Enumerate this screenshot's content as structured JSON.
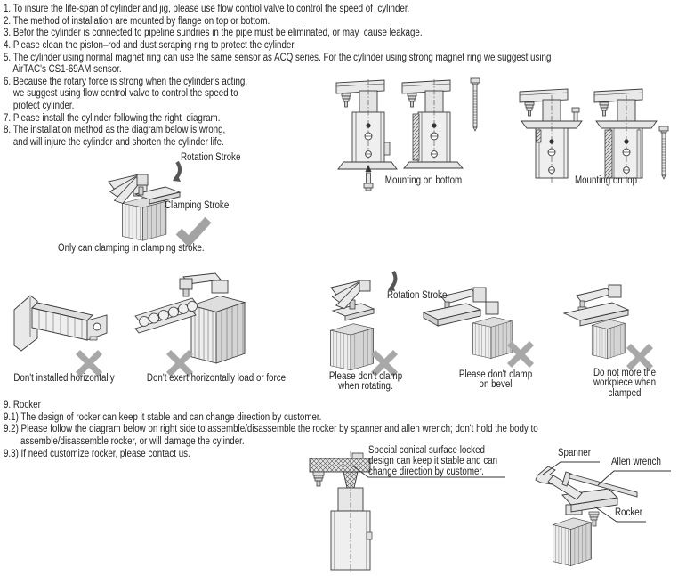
{
  "colors": {
    "ink": "#232323",
    "outline": "#3a3a3a",
    "fill_light": "#ececec",
    "fill_mid": "#dcdcdc",
    "fill_dark": "#d2d2d2",
    "mark_gray": "#a8a8a8"
  },
  "top_notes": {
    "lines": [
      "1. To insure the life-span of cylinder and jig, please use flow control valve to control the speed of  cylinder.",
      "2. The method of installation are mounted by flange on top or bottom.",
      "3. Befor the cylinder is connected to pipeline sundries in the pipe must be eliminated, or may  cause leakage.",
      "4. Please clean the piston–rod and dust scraping ring to protect the cylinder.",
      "5. The cylinder using normal magnet ring can use the same sensor as ACQ series. For the cylinder using strong magnet ring we suggest using",
      "    AirTAC's CS1-69AM sensor.",
      "6. Because the rotary force is strong when the cylinder's acting,",
      "    we suggest using flow control valve to control the speed to",
      "    protect cylinder.",
      "7. Please install the cylinder following the right  diagram.",
      "8. The installation method as the diagram below is wrong,",
      "    and will injure the cylinder and shorten the cylinder life."
    ]
  },
  "rocker_notes": {
    "lines": [
      "9. Rocker",
      "9.1) The design of rocker can keep it stable and can change direction by customer.",
      "9.2) Please follow the diagram below on right side to assemble/disassemble the rocker by spanner and allen wrench; don't hold the body to",
      "       assemble/disassemble rocker, or will damage the cylinder.",
      "9.3) If need customize rocker, please contact us."
    ]
  },
  "figures": {
    "demo": {
      "rotation_label": "Rotation Stroke",
      "clamping_label": "Clamping Stroke",
      "caption": "Only can clamping in clamping stroke."
    },
    "mounting": {
      "bottom_caption": "Mounting on bottom",
      "top_caption": "Mounting on top"
    },
    "wrong": [
      {
        "caption": "Don't installed horizontally"
      },
      {
        "caption": "Don't exert horizontally load or force"
      },
      {
        "caption": "Please don't clamp\nwhen rotating.",
        "rotation_label": "Rotation Stroke"
      },
      {
        "caption": "Please don't clamp\non bevel"
      },
      {
        "caption": "Do not more the\nworkpiece when\nclamped"
      }
    ],
    "rocker_assembly": {
      "note": "Special conical surface locked\ndesign can keep it stable and can\nchange direction by customer.",
      "spanner_label": "Spanner",
      "allen_wrench_label": "Allen wrench",
      "rocker_label": "Rocker"
    }
  }
}
